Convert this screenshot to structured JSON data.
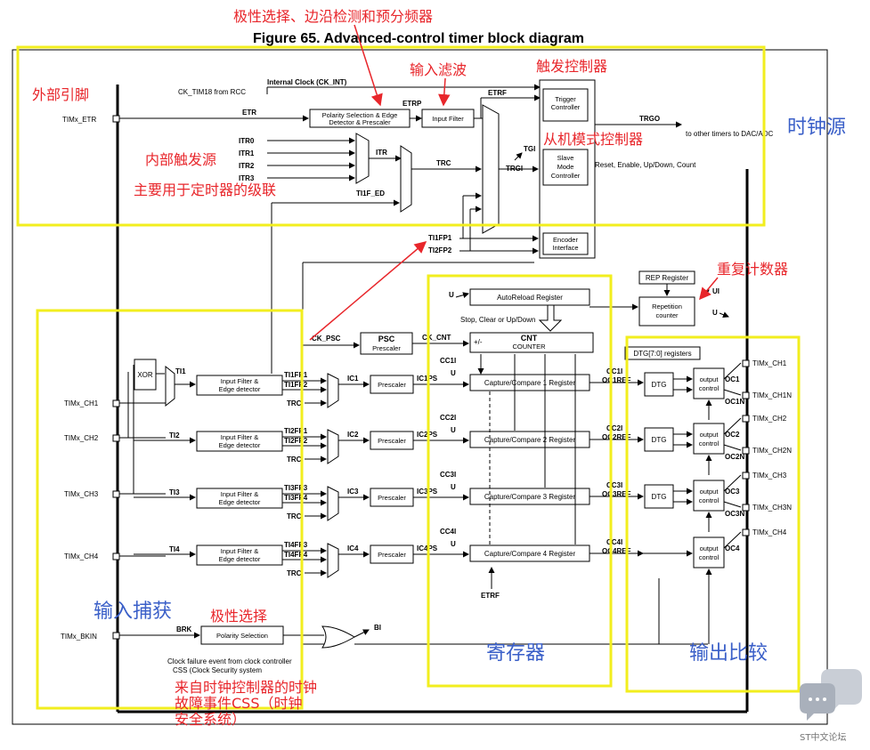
{
  "title": "Figure 65. Advanced-control timer block diagram",
  "annotations": {
    "polarity_edge_prescaler": "极性选择、边沿检测和预分频器",
    "input_filter": "输入滤波",
    "trigger_controller": "触发控制器",
    "external_pin": "外部引脚",
    "clock_source": "时钟源",
    "internal_trigger": "内部触发源",
    "cascade": "主要用于定时器的级联",
    "slave_mode": "从机模式控制器",
    "repetition": "重复计数器",
    "input_capture": "输入捕获",
    "polarity_select": "极性选择",
    "registers": "寄存器",
    "output_compare": "输出比较",
    "css_note": "来自时钟控制器的时钟故障事件CSS（时钟安全系统）"
  },
  "signals": {
    "ck_int": "Internal Clock (CK_INT)",
    "ck_tim18": "CK_TIM18 from RCC",
    "timx_etr": "TIMx_ETR",
    "etr": "ETR",
    "etrp": "ETRP",
    "etrf": "ETRF",
    "trgo": "TRGO",
    "trgo_dest": "to other timers to DAC/ADC",
    "itr0": "ITR0",
    "itr1": "ITR1",
    "itr2": "ITR2",
    "itr3": "ITR3",
    "itr": "ITR",
    "trc": "TRC",
    "tgi": "TGI",
    "trgi": "TRGI",
    "ti1f_ed": "TI1F_ED",
    "ti1fp1": "TI1FP1",
    "ti2fp2": "TI2FP2",
    "reset_enable": "Reset, Enable, Up/Down, Count",
    "u": "U",
    "ui": "UI",
    "ck_psc": "CK_PSC",
    "ck_cnt": "CK_CNT",
    "stop_clear": "Stop, Clear or Up/Down",
    "plus_minus": "+/-",
    "dtg_reg": "DTG[7:0] registers",
    "xor": "XOR",
    "timx_bkin": "TIMx_BKIN",
    "brk": "BRK",
    "bi": "BI",
    "clock_failure": "Clock failure event from clock controller",
    "css": "CSS (Clock Security system",
    "etrf_bottom": "ETRF"
  },
  "blocks": {
    "polarity_sel_edge_1": "Polarity Selection & Edge",
    "polarity_sel_edge_2": "Detector & Prescaler",
    "input_filter": "Input Filter",
    "trigger_controller_1": "Trigger",
    "trigger_controller_2": "Controller",
    "slave_mode_1": "Slave",
    "slave_mode_2": "Mode",
    "slave_mode_3": "Controller",
    "encoder_1": "Encoder",
    "encoder_2": "Interface",
    "rep_register": "REP Register",
    "rep_counter_1": "Repetition",
    "rep_counter_2": "counter",
    "autoreload": "AutoReload Register",
    "psc_1": "PSC",
    "psc_2": "Prescaler",
    "cnt_1": "CNT",
    "cnt_2": "COUNTER",
    "if_edge_1": "Input Filter &",
    "if_edge_2": "Edge detector",
    "prescaler": "Prescaler",
    "dtg": "DTG",
    "output_1": "output",
    "output_2": "control",
    "polarity_selection": "Polarity Selection"
  },
  "channels": [
    {
      "pin": "TIMx_CH1",
      "ti": "TI1",
      "fp_a": "TI1FP1",
      "fp_b": "TI1FP2",
      "trc": "TRC",
      "ic": "IC1",
      "icps": "IC1PS",
      "cc_in": "CC1I",
      "cc_out": "CC1I",
      "reg": "Capture/Compare 1 Register",
      "ocref": "OC1REF",
      "oc": "OC1",
      "ocn": "OC1N",
      "out": "TIMx_CH1",
      "outn": "TIMx_CH1N"
    },
    {
      "pin": "TIMx_CH2",
      "ti": "TI2",
      "fp_a": "TI2FP1",
      "fp_b": "TI2FP2",
      "trc": "TRC",
      "ic": "IC2",
      "icps": "IC2PS",
      "cc_in": "CC2I",
      "cc_out": "CC2I",
      "reg": "Capture/Compare 2 Register",
      "ocref": "OC2REF",
      "oc": "OC2",
      "ocn": "OC2N",
      "out": "TIMx_CH2",
      "outn": "TIMx_CH2N"
    },
    {
      "pin": "TIMx_CH3",
      "ti": "TI3",
      "fp_a": "TI3FP3",
      "fp_b": "TI3FP4",
      "trc": "TRC",
      "ic": "IC3",
      "icps": "IC3PS",
      "cc_in": "CC3I",
      "cc_out": "CC3I",
      "reg": "Capture/Compare 3 Register",
      "ocref": "OC3REF",
      "oc": "OC3",
      "ocn": "OC3N",
      "out": "TIMx_CH3",
      "outn": "TIMx_CH3N"
    },
    {
      "pin": "TIMx_CH4",
      "ti": "TI4",
      "fp_a": "TI4FP3",
      "fp_b": "TI4FP4",
      "trc": "TRC",
      "ic": "IC4",
      "icps": "IC4PS",
      "cc_in": "CC4I",
      "cc_out": "CC4I",
      "reg": "Capture/Compare 4 Register",
      "ocref": "OC4REF",
      "oc": "OC4",
      "ocn": "",
      "out": "TIMx_CH4",
      "outn": ""
    }
  ],
  "watermark": "ST中文论坛"
}
